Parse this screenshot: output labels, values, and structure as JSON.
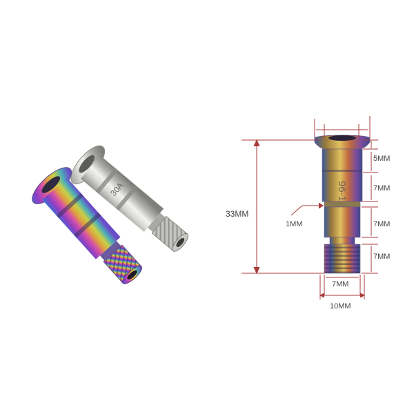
{
  "photo": {
    "bolt_rainbow": {
      "engraving": ""
    },
    "bolt_silver": {
      "engraving": "30A"
    }
  },
  "diagram": {
    "bolt_engraving": "96-1",
    "labels": {
      "total_length": "33MM",
      "head_height": "5MM",
      "upper_section": "7MM",
      "groove": "1MM",
      "lower_section": "7MM",
      "thread_length": "7MM",
      "thread_width": "7MM",
      "head_width": "10MM"
    }
  },
  "colors": {
    "dimension_line": "#a83a3a",
    "label_text": "#444444",
    "titanium_silver": "#b8b8b4"
  }
}
